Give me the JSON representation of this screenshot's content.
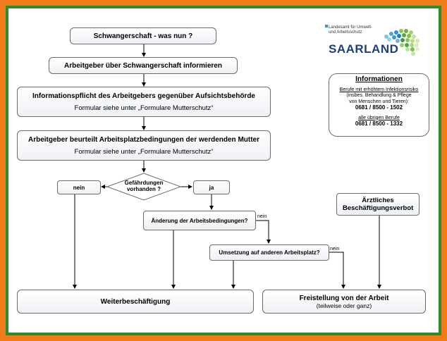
{
  "nodes": {
    "start": "Schwangerschaft - was nun ?",
    "inform": "Arbeitgeber über Schwangerschaft informieren",
    "duty_title": "Informationspflicht  des Arbeitgebers gegenüber Aufsichtsbehörde",
    "duty_sub": "Formular   siehe unter „Formulare Mutterschutz“",
    "assess_title": "Arbeitgeber beurteilt Arbeitsplatzbedingungen der werdenden Mutter",
    "assess_sub": "Formular   siehe unter „Formulare Mutterschutz“",
    "decision": "Gefährdungen vorhanden ?",
    "no_box": "nein",
    "yes_box": "ja",
    "change_conditions": "Änderung der Arbeitsbedingungen?",
    "relocation": "Umsetzung  auf anderen Arbeitsplatz?",
    "medical_ban": "Ärztliches Beschäftigungsverbot",
    "continue": "Weiterbeschäftigung",
    "release_title": "Freistellung von der Arbeit",
    "release_sub": "(teilweise  oder ganz)"
  },
  "edge_labels": {
    "change_no": "nein",
    "relocation_no": "nein"
  },
  "logo": {
    "line1": "Landesamt für Umwelt-",
    "line2": "und Arbeitsschutz",
    "name": "SAARLAND"
  },
  "info": {
    "title": "Informationen",
    "line1": "Berufe  mit erhöhtem  Infektionsrisiko",
    "line2": "(insbes. Behandlung & Pflege",
    "line3": "von  Menschen und Tieren):",
    "phone1": "0681 / 8500 - 1502",
    "line4": "alle  übrigen  Berufe",
    "phone2": "0681 / 8500 - 1332"
  },
  "colors": {
    "outer_border": "#f07d1a",
    "inner_border": "#2e8b2e",
    "logo_text": "#1d3f7a"
  }
}
